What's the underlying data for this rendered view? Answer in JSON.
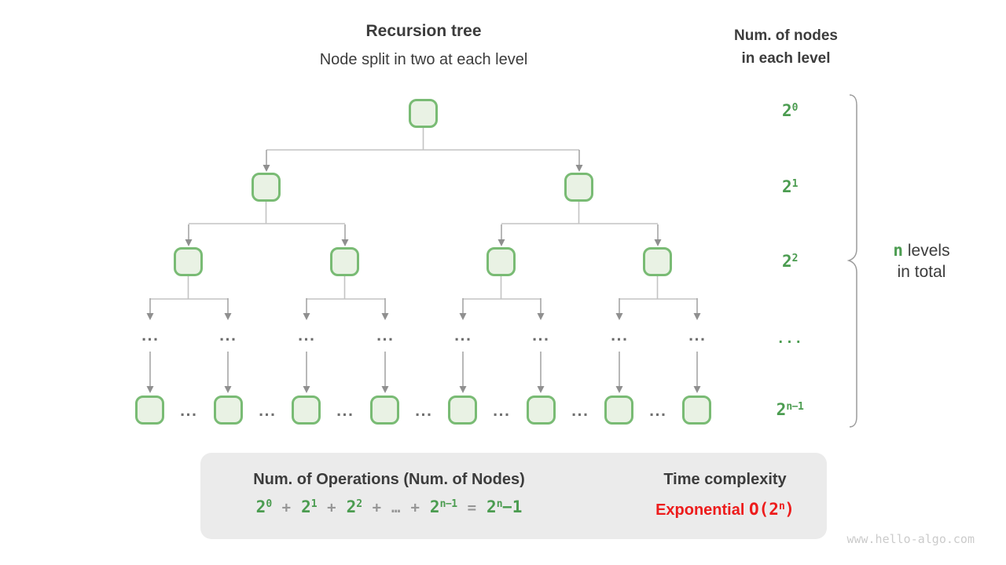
{
  "title": "Recursion tree",
  "subtitle": "Node split in two at each level",
  "right_header": {
    "line1": "Num. of nodes",
    "line2": "in each level"
  },
  "ellipsis": "...",
  "level_labels": [
    {
      "base": "2",
      "sup": "0"
    },
    {
      "base": "2",
      "sup": "1"
    },
    {
      "base": "2",
      "sup": "2"
    },
    {
      "base": "2",
      "sup": "n−1"
    }
  ],
  "brace_note": {
    "n": "n",
    "levels_word": "levels",
    "line2": "in total"
  },
  "summary": {
    "operations_title": "Num. of Operations (Num. of Nodes)",
    "formula": {
      "t0": {
        "base": "2",
        "sup": "0"
      },
      "plus": "+",
      "t1": {
        "base": "2",
        "sup": "1"
      },
      "t2": {
        "base": "2",
        "sup": "2"
      },
      "dots": "…",
      "t3": {
        "base": "2",
        "sup": "n−1"
      },
      "equals": "=",
      "result": {
        "base": "2",
        "sup": "n",
        "tail": "−1"
      }
    },
    "time_title": "Time complexity",
    "complexity_word": "Exponential",
    "complexity_o": {
      "prefix": "O(",
      "base": "2",
      "sup": "n",
      "suffix": ")"
    }
  },
  "watermark": "www.hello-algo.com",
  "colors": {
    "green_text": "#4b9c50",
    "node_fill": "#e9f2e4",
    "node_border": "#79bb74",
    "red": "#ed1c1c",
    "box_bg": "#ebebeb",
    "connector_gray": "#c3c3c3",
    "arrow_gray": "#a6a6a6",
    "text_dark": "#3c3c3c"
  }
}
